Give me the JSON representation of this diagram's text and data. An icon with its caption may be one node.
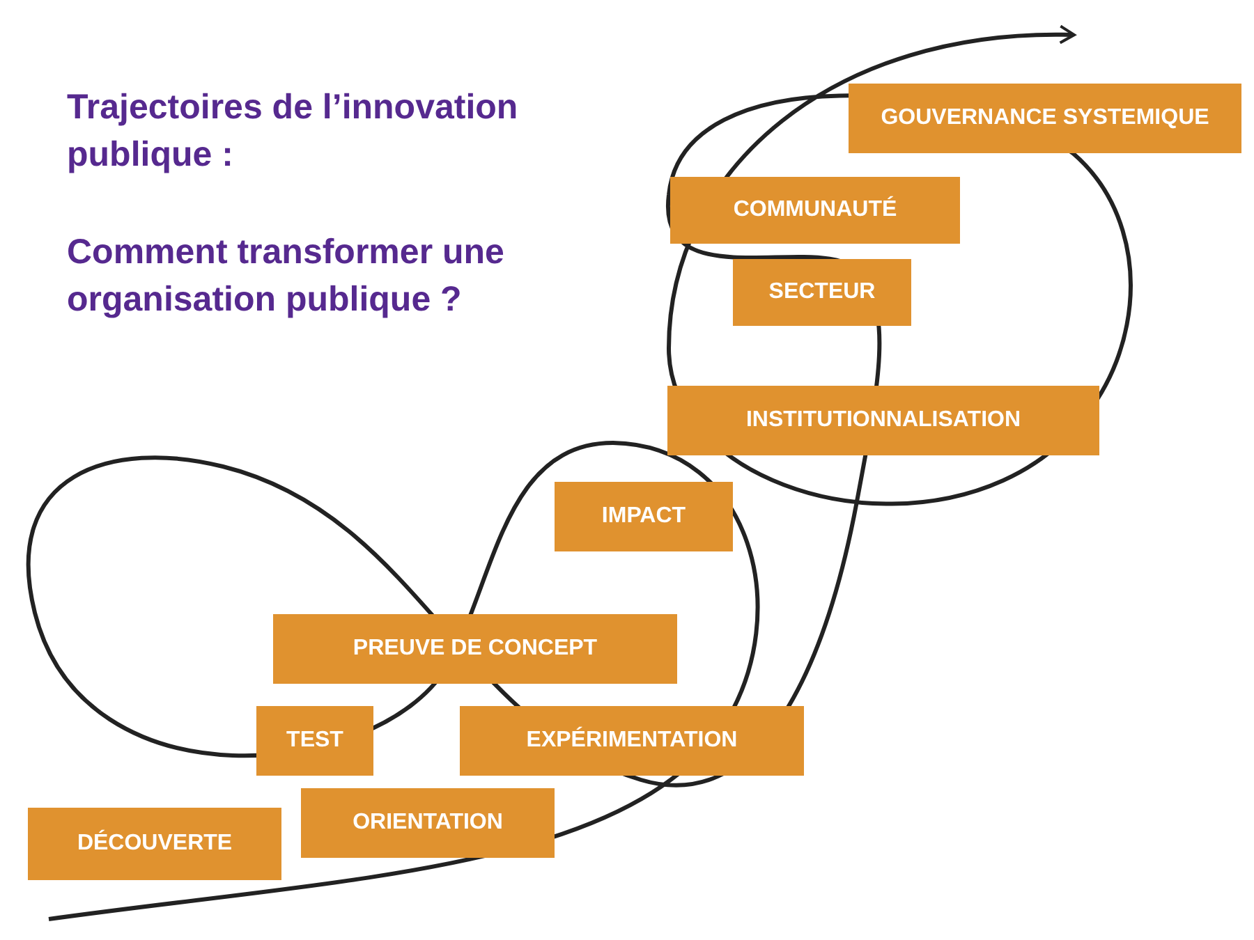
{
  "diagram": {
    "title": "Trajectoires de l’innovation publique :",
    "nodes": [
      {
        "text": [
          "GOUVERNANCE SYSTEMIQUE"
        ]
      },
      {
        "text": [
          "COMMUNAUTÉ"
        ]
      },
      {
        "text": [
          "SECTEUR"
        ]
      },
      {
        "text": [
          "INSTITUTIONNALISATION"
        ]
      },
      {
        "text": [
          "IMPACT"
        ]
      },
      {
        "text": [
          "PREUVE DE CONCEPT"
        ]
      },
      {
        "text": [
          "TEST"
        ]
      },
      {
        "text": [
          "EXPÉRIMENTATION"
        ]
      },
      {
        "text": [
          "ORIENTATION"
        ]
      },
      {
        "text": [
          "DÉCOUVERTE"
        ]
      }
    ],
    "edges": [],
    "labels": [
      "Comment transformer une organisation publique ?"
    ]
  }
}
